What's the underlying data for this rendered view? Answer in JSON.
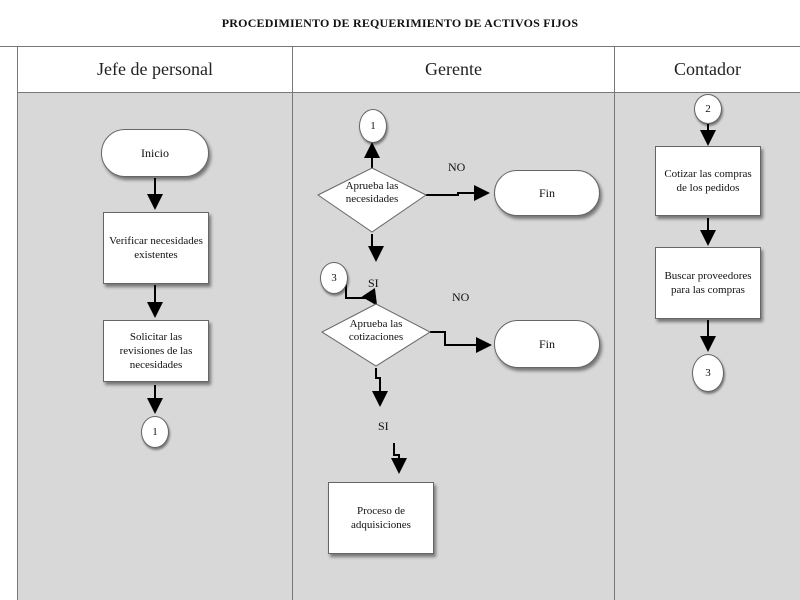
{
  "title": "PROCEDIMIENTO DE REQUERIMIENTO DE ACTIVOS FIJOS",
  "lanes": [
    {
      "name": "Jefe de personal"
    },
    {
      "name": "Gerente"
    },
    {
      "name": "Contador"
    }
  ],
  "jefe": {
    "start": "Inicio",
    "verify": "Verificar necesidades existentes",
    "request_doc": "Solicitar las revisiones de las necesidades",
    "connector": "1"
  },
  "gerente": {
    "connector_top": "1",
    "decision1": "Aprueba las necesidades",
    "no1": "NO",
    "end1": "Fin",
    "connector_3": "3",
    "si1": "SI",
    "no2": "NO",
    "decision2": "Aprueba las cotizaciones",
    "end2": "Fin",
    "si2": "SI",
    "process": "Proceso de adquisiciones"
  },
  "contador": {
    "connector_top": "2",
    "quote": "Cotizar las compras de los pedidos",
    "search": "Buscar proveedores para las compras",
    "connector_bottom": "3"
  }
}
